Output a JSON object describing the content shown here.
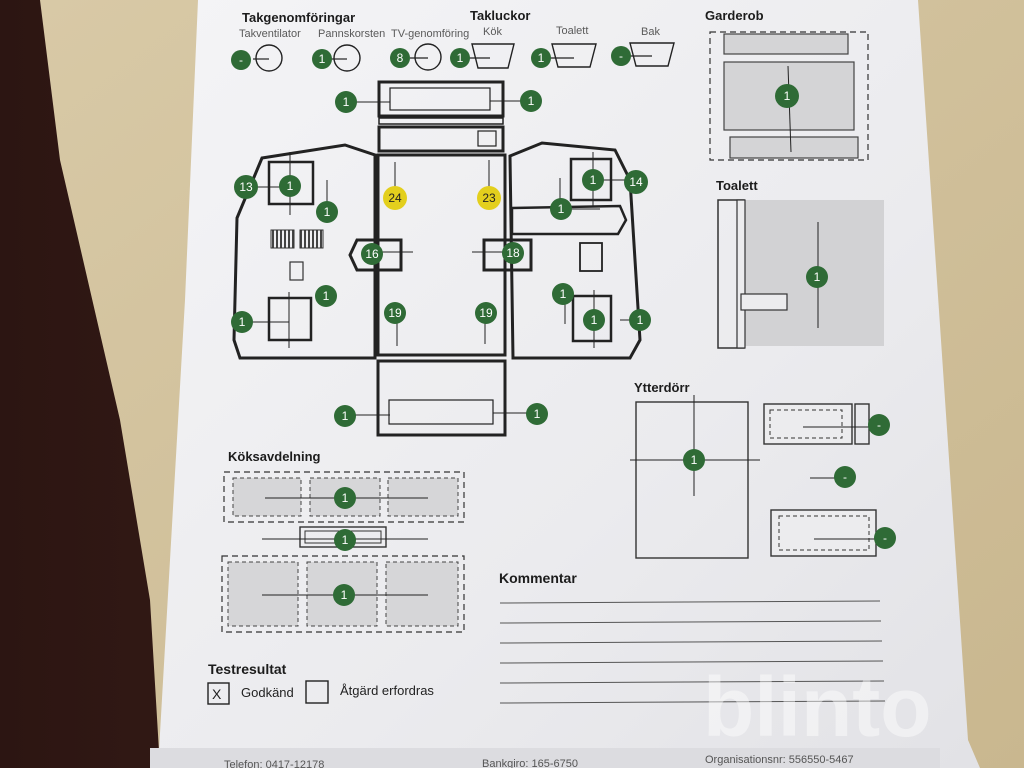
{
  "form": {
    "sections": {
      "takgenomforingar": "Takgenomföringar",
      "takluckor": "Takluckor",
      "garderob": "Garderob",
      "toalett": "Toalett",
      "ytterdorr": "Ytterdörr",
      "koksavdelning": "Köksavdelning",
      "kommentar": "Kommentar",
      "testresultat": "Testresultat"
    },
    "sub_labels": {
      "takventilator": "Takventilator",
      "pannskorsten": "Pannskorsten",
      "tv": "TV-genomföring",
      "kok": "Kök",
      "toalett": "Toalett",
      "bak": "Bak"
    },
    "checkbox_godkand": {
      "mark": "X",
      "label": "Godkänd"
    },
    "checkbox_atgard": {
      "mark": "",
      "label": "Åtgärd erfordras"
    },
    "footer": {
      "telefon": "Telefon: 0417-12178",
      "bankgiro": "Bankgiro: 165-6750",
      "orgnr": "Organisationsnr: 556550-5467"
    }
  },
  "markers": {
    "m1": "-",
    "m2": "1",
    "m3": "8",
    "m4": "1",
    "m5": "1",
    "m6": "-",
    "m7": "1",
    "m8": "1",
    "m9": "13",
    "m10": "1",
    "m11": "1",
    "m12": "1",
    "m13": "1",
    "m14": "24",
    "m15": "23",
    "m16": "16",
    "m17": "18",
    "m18": "19",
    "m19": "19",
    "m20": "1",
    "m21": "14",
    "m22": "1",
    "m23": "1",
    "m24": "1",
    "m25": "1",
    "m26": "1",
    "m27": "1",
    "m28": "1",
    "m29": "1",
    "m30": "-",
    "m31": "-",
    "m32": "-",
    "m33": "1",
    "m34": "1",
    "m35": "1"
  },
  "watermark": "blinto",
  "colors": {
    "marker_green": "#2f6b36",
    "marker_yellow": "#e3cf1d",
    "paper": "#eceae6",
    "cabinet_grey": "#d6d4d2"
  }
}
